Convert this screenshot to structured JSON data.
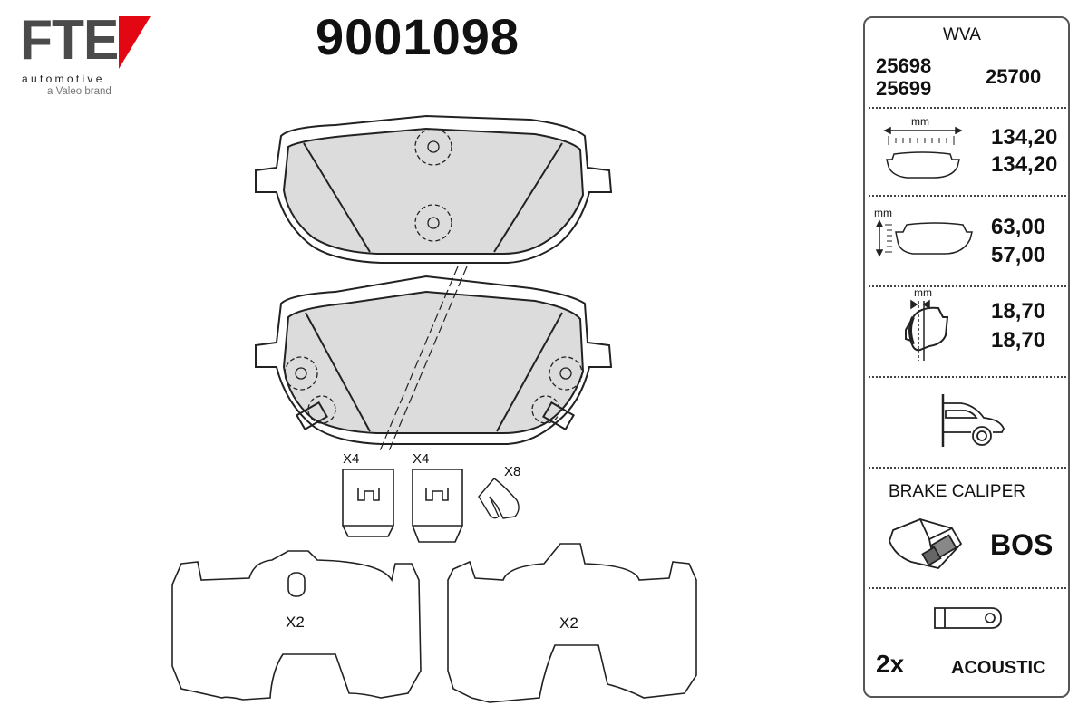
{
  "brand": {
    "name": "FTE",
    "line1": "automotive",
    "line2": "a Valeo brand",
    "accent": "#e30613"
  },
  "part_number": "9001098",
  "drawing": {
    "clip_a_qty": "X4",
    "clip_b_qty": "X4",
    "spring_qty": "X8",
    "shim_left_qty": "X2",
    "shim_right_qty": "X2"
  },
  "specs": {
    "wva_label": "WVA",
    "wva_numbers": [
      "25698",
      "25699",
      "25700"
    ],
    "unit": "mm",
    "width": [
      "134,20",
      "134,20"
    ],
    "height": [
      "63,00",
      "57,00"
    ],
    "thickness": [
      "18,70",
      "18,70"
    ],
    "axle_icon": "front-axle-car-icon",
    "caliper_label": "BRAKE CALIPER",
    "caliper_brand": "BOS",
    "wear_indicator_qty": "2x",
    "wear_indicator_type": "ACOUSTIC"
  }
}
